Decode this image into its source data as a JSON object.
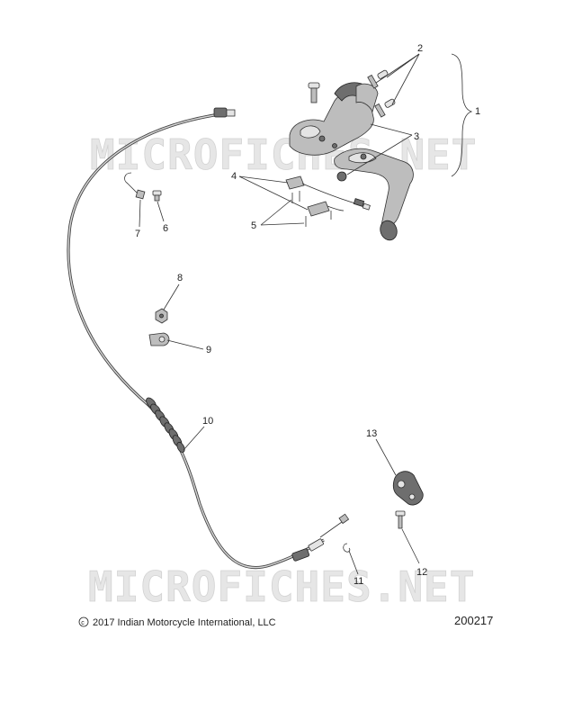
{
  "watermark": "MICROFICHES.NET",
  "callouts": {
    "c1": "1",
    "c2": "2",
    "c3": "3",
    "c4": "4",
    "c5": "5",
    "c6": "6",
    "c7": "7",
    "c8": "8",
    "c9": "9",
    "c10": "10",
    "c11": "11",
    "c12": "12",
    "c13": "13"
  },
  "footer": {
    "copyright": "2017 Indian Motorcycle International, LLC",
    "diagram_id": "200217"
  }
}
